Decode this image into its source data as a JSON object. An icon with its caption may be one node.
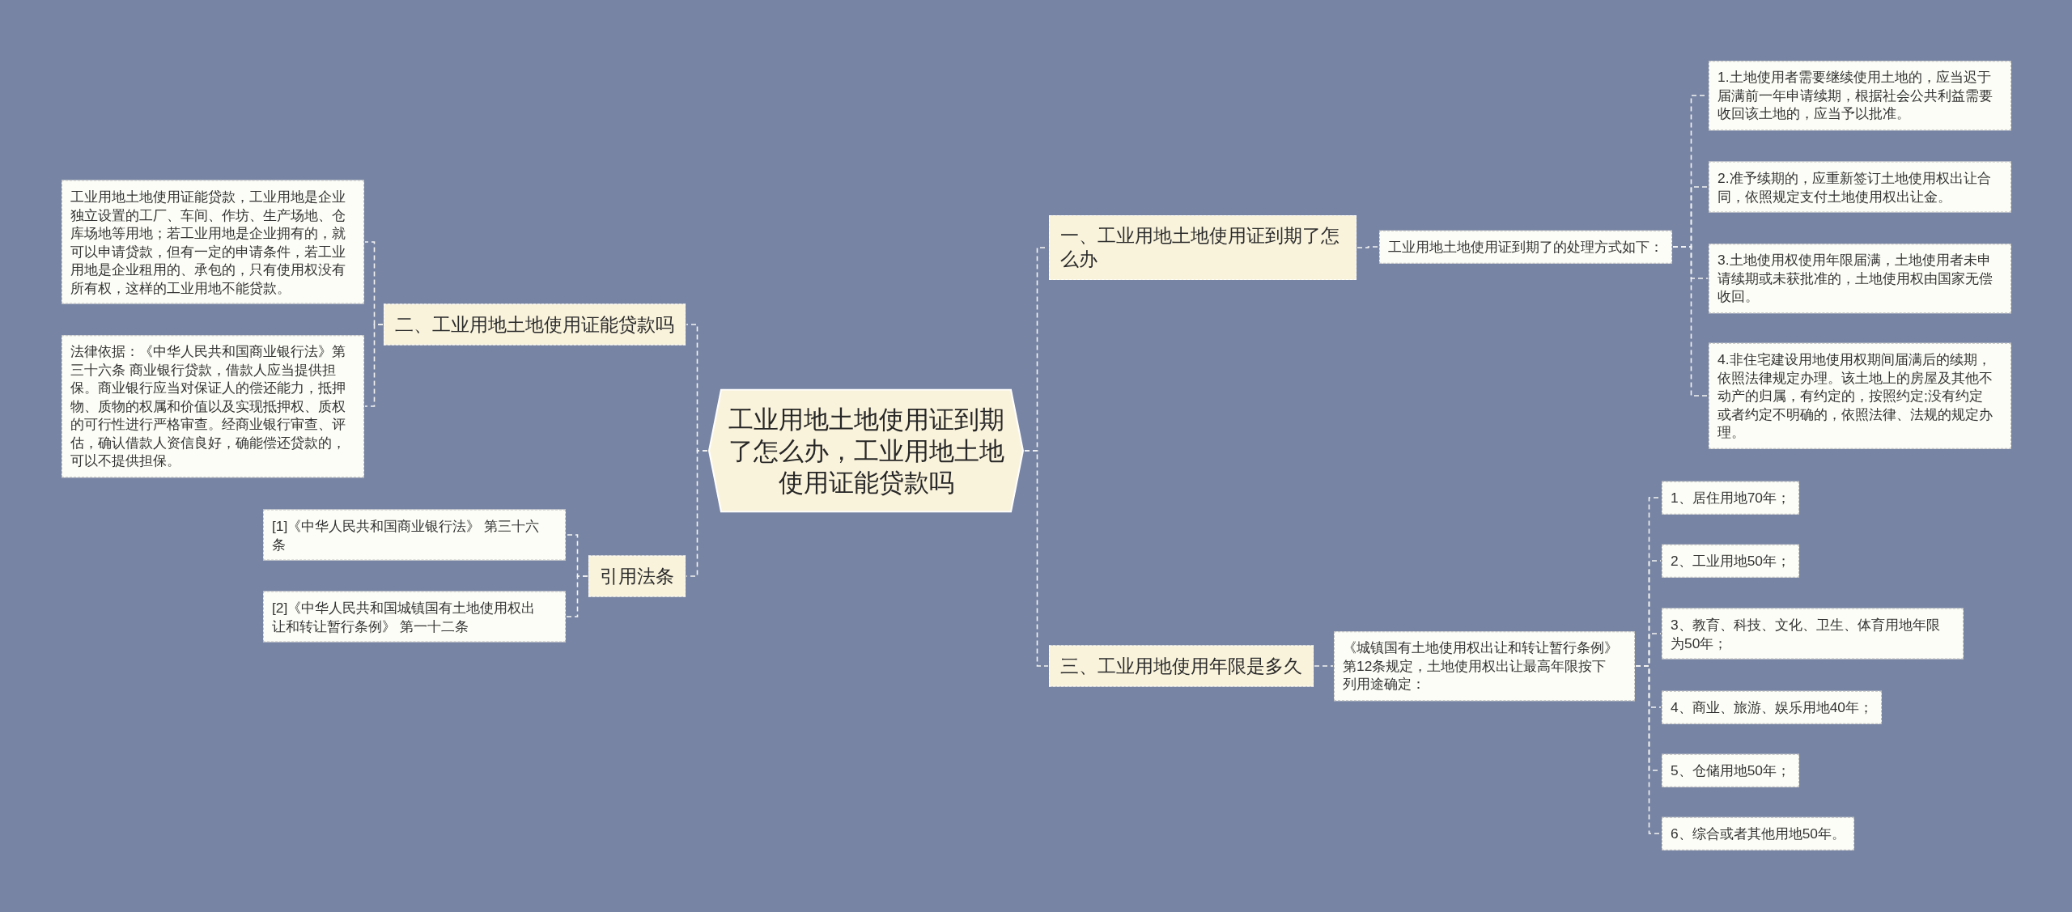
{
  "diagram": {
    "nodes": [
      {
        "text": [
          "工业用地土地使用证到期了怎么办，工业用地土地使用证能贷款吗"
        ]
      },
      {
        "text": [
          "一、工业用地土地使用证到期了怎么办"
        ]
      },
      {
        "text": [
          "工业用地土地使用证到期了的处理方式如下："
        ]
      },
      {
        "text": [
          "1.土地使用者需要继续使用土地的，应当迟于届满前一年申请续期，根据社会公共利益需要收回该土地的，应当予以批准。"
        ]
      },
      {
        "text": [
          "2.准予续期的，应重新签订土地使用权出让合同，依照规定支付土地使用权出让金。"
        ]
      },
      {
        "text": [
          "3.土地使用权使用年限届满，土地使用者未申请续期或未获批准的，土地使用权由国家无偿收回。"
        ]
      },
      {
        "text": [
          "4.非住宅建设用地使用权期间届满后的续期，依照法律规定办理。该土地上的房屋及其他不动产的归属，有约定的，按照约定;没有约定或者约定不明确的，依照法律、法规的规定办理。"
        ]
      },
      {
        "text": [
          "二、工业用地土地使用证能贷款吗"
        ]
      },
      {
        "text": [
          "工业用地土地使用证能贷款，工业用地是企业独立设置的工厂、车间、作坊、生产场地、仓库场地等用地；若工业用地是企业拥有的，就可以申请贷款，但有一定的申请条件，若工业用地是企业租用的、承包的，只有使用权没有所有权，这样的工业用地不能贷款。"
        ]
      },
      {
        "text": [
          "法律依据：《中华人民共和国商业银行法》第三十六条 商业银行贷款，借款人应当提供担保。商业银行应当对保证人的偿还能力，抵押物、质物的权属和价值以及实现抵押权、质权的可行性进行严格审查。经商业银行审查、评估，确认借款人资信良好，确能偿还贷款的，可以不提供担保。"
        ]
      },
      {
        "text": [
          "三、工业用地使用年限是多久"
        ]
      },
      {
        "text": [
          "《城镇国有土地使用权出让和转让暂行条例》第12条规定，土地使用权出让最高年限按下列用途确定："
        ]
      },
      {
        "text": [
          "1、居住用地70年；"
        ]
      },
      {
        "text": [
          "2、工业用地50年；"
        ]
      },
      {
        "text": [
          "3、教育、科技、文化、卫生、体育用地年限为50年；"
        ]
      },
      {
        "text": [
          "4、商业、旅游、娱乐用地40年；"
        ]
      },
      {
        "text": [
          "5、仓储用地50年；"
        ]
      },
      {
        "text": [
          "6、综合或者其他用地50年。"
        ]
      },
      {
        "text": [
          "引用法条"
        ]
      },
      {
        "text": [
          "[1]《中华人民共和国商业银行法》 第三十六条"
        ]
      },
      {
        "text": [
          "[2]《中华人民共和国城镇国有土地使用权出让和转让暂行条例》 第一十二条"
        ]
      }
    ],
    "edges": [
      {
        "from": 0,
        "to": 1,
        "arrow": "none",
        "style": "dashed"
      },
      {
        "from": 1,
        "to": 2,
        "arrow": "none",
        "style": "dashed"
      },
      {
        "from": 2,
        "to": 3,
        "arrow": "none",
        "style": "dashed"
      },
      {
        "from": 2,
        "to": 4,
        "arrow": "none",
        "style": "dashed"
      },
      {
        "from": 2,
        "to": 5,
        "arrow": "none",
        "style": "dashed"
      },
      {
        "from": 2,
        "to": 6,
        "arrow": "none",
        "style": "dashed"
      },
      {
        "from": 0,
        "to": 7,
        "arrow": "none",
        "style": "dashed"
      },
      {
        "from": 7,
        "to": 8,
        "arrow": "none",
        "style": "dashed"
      },
      {
        "from": 7,
        "to": 9,
        "arrow": "none",
        "style": "dashed"
      },
      {
        "from": 0,
        "to": 10,
        "arrow": "none",
        "style": "dashed"
      },
      {
        "from": 10,
        "to": 11,
        "arrow": "none",
        "style": "dashed"
      },
      {
        "from": 11,
        "to": 12,
        "arrow": "none",
        "style": "dashed"
      },
      {
        "from": 11,
        "to": 13,
        "arrow": "none",
        "style": "dashed"
      },
      {
        "from": 11,
        "to": 14,
        "arrow": "none",
        "style": "dashed"
      },
      {
        "from": 11,
        "to": 15,
        "arrow": "none",
        "style": "dashed"
      },
      {
        "from": 11,
        "to": 16,
        "arrow": "none",
        "style": "dashed"
      },
      {
        "from": 11,
        "to": 17,
        "arrow": "none",
        "style": "dashed"
      },
      {
        "from": 0,
        "to": 18,
        "arrow": "none",
        "style": "dashed"
      },
      {
        "from": 18,
        "to": 19,
        "arrow": "none",
        "style": "dashed"
      },
      {
        "from": 18,
        "to": 20,
        "arrow": "none",
        "style": "dashed"
      }
    ]
  }
}
